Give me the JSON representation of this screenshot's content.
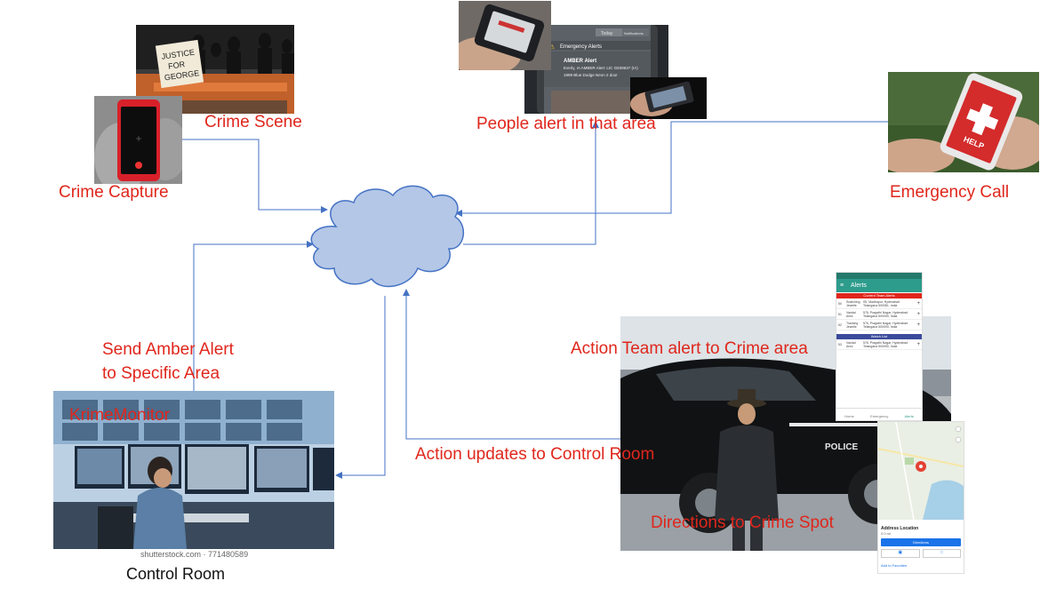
{
  "labels": {
    "crime_scene": "Crime Scene",
    "crime_capture": "Crime Capture",
    "people_alert": "People alert in that area",
    "emergency_call": "Emergency Call",
    "send_amber_line1": "Send Amber",
    "send_amber_line2": "Alert",
    "send_amber_line3": "to Specific Area",
    "krime_monitor": "KrimeMonitor",
    "control_room": "Control Room",
    "action_team": "Action Team alert to Crime area",
    "action_updates": "Action updates to Control Room",
    "directions": "Directions to Crime Spot"
  },
  "photo_text": {
    "protest_sign_1": "JUSTICE",
    "protest_sign_2": "FOR",
    "protest_sign_3": "GEORGE",
    "emergency_alerts": "Emergency Alerts",
    "amber_alert": "AMBER Alert",
    "amber_line2": "Everly, IA AMBER Alert: LIC G839637 (IA)",
    "amber_line3": "1999 Blue Dodge Neon 2 door",
    "tab_today": "Today",
    "tab_notifications": "Notifications",
    "help": "HELP",
    "shutterstock": "shutterstock.com · 771480589",
    "alerts_app_title": "Alerts",
    "alerts_section1": "Current Team Alerts",
    "alerts_section2": "Watch List",
    "alerts_rows": [
      {
        "id": "50",
        "type": "Snatching Jewelle",
        "addr": "ISI, Madhapur, Hyderabad Telangana 500081, India"
      },
      {
        "id": "51",
        "type": "Vandal Area",
        "addr": "576, Pragathi Nagar, Hyderabad Telangana 500090, India"
      },
      {
        "id": "52",
        "type": "Tracking Jewelle",
        "addr": "576, Pragathi Nagar, Hyderabad Telangana 500090, India"
      },
      {
        "id": "53",
        "type": "Vandal Area",
        "addr": "576, Pragathi Nagar, Hyderabad Telangana 500090, India"
      }
    ],
    "nav_home": "Home",
    "nav_emergency": "Emergency",
    "nav_alerts": "Alerts",
    "map_address_title": "Address Location",
    "map_distance": "0.0 mi",
    "map_directions_btn": "Directions",
    "map_add_favorites": "Add to Favorites",
    "police": "POLICE"
  },
  "colors": {
    "label_red": "#e0261c",
    "cloud_fill": "#b4c7e7",
    "cloud_stroke": "#4472c4",
    "connector": "#4472c4",
    "app_teal": "#2e9c8c",
    "map_blue": "#1a73e8"
  }
}
